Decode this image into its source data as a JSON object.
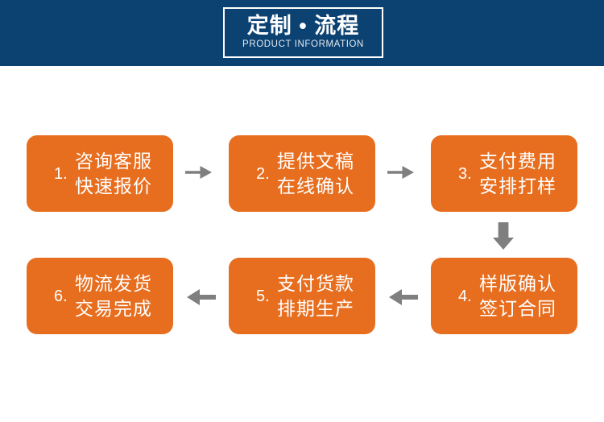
{
  "header": {
    "title": "定制 • 流程",
    "subtitle": "PRODUCT INFORMATION",
    "band_color": "#0c4272",
    "frame_color": "#ffffff"
  },
  "theme": {
    "accent_orange": "#e76e1f",
    "navy": "#0c4272",
    "arrow_gray": "#7f7f7f",
    "page_background": "#ffffff"
  },
  "flow": {
    "steps": [
      {
        "number": "1.",
        "line1": "咨询客服",
        "line2": "快速报价"
      },
      {
        "number": "2.",
        "line1": "提供文稿",
        "line2": "在线确认"
      },
      {
        "number": "3.",
        "line1": "支付费用",
        "line2": "安排打样"
      },
      {
        "number": "4.",
        "line1": "样版确认",
        "line2": "签订合同"
      },
      {
        "number": "5.",
        "line1": "支付货款",
        "line2": "排期生产"
      },
      {
        "number": "6.",
        "line1": "物流发货",
        "line2": "交易完成"
      }
    ],
    "connectors": [
      {
        "icon": "arrow-right-icon",
        "from": "1",
        "to": "2"
      },
      {
        "icon": "arrow-right-icon",
        "from": "2",
        "to": "3"
      },
      {
        "icon": "arrow-down-icon",
        "from": "3",
        "to": "4"
      },
      {
        "icon": "arrow-left-icon",
        "from": "4",
        "to": "5"
      },
      {
        "icon": "arrow-left-icon",
        "from": "5",
        "to": "6"
      }
    ]
  }
}
